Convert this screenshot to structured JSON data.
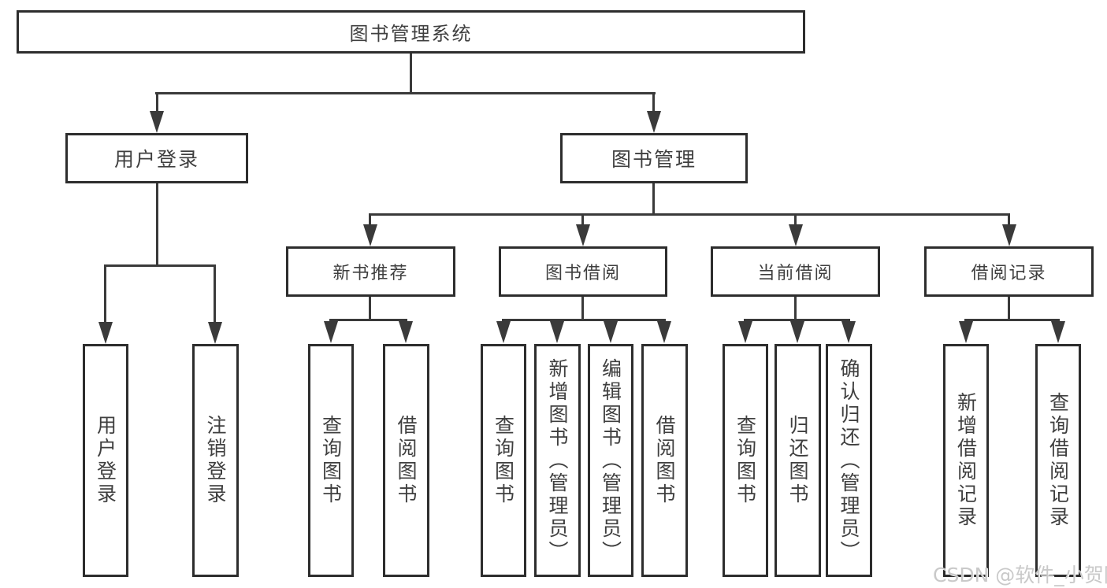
{
  "diagram": {
    "root": {
      "label": "图书管理系统"
    },
    "branches": {
      "user_login": {
        "label": "用户登录",
        "children": [
          "用户登录",
          "注销登录"
        ]
      },
      "book_management": {
        "label": "图书管理",
        "sections": {
          "new_book_recommend": {
            "label": "新书推荐",
            "children": [
              "查询图书",
              "借阅图书"
            ]
          },
          "book_borrow": {
            "label": "图书借阅",
            "children": [
              "查询图书",
              "新增图书（管理员）",
              "编辑图书（管理员）",
              "借阅图书"
            ]
          },
          "current_borrow": {
            "label": "当前借阅",
            "children": [
              "查询图书",
              "归还图书",
              "确认归还（管理员）"
            ]
          },
          "borrow_records": {
            "label": "借阅记录",
            "children": [
              "新增借阅记录",
              "查询借阅记录"
            ]
          }
        }
      }
    }
  },
  "watermark": {
    "text": "CSDN @软件_小贺同学"
  },
  "colors": {
    "line": "#3a3a3a",
    "box_border": "#2d2d2d",
    "text": "#3f3f3f",
    "watermark": "#c9c9c9",
    "background": "#ffffff"
  }
}
